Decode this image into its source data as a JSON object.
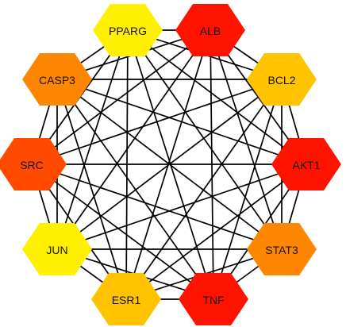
{
  "diagram": {
    "type": "protein-interaction-network",
    "colors": {
      "edge": "#000000",
      "red": "#ff1200",
      "orange_red": "#ff4a00",
      "orange": "#ff8600",
      "amber": "#ffc300",
      "yellow": "#ffef00"
    },
    "nodes": [
      {
        "id": "ALB",
        "label": "ALB",
        "color": "#ff1200"
      },
      {
        "id": "BCL2",
        "label": "BCL2",
        "color": "#ffc300"
      },
      {
        "id": "AKT1",
        "label": "AKT1",
        "color": "#ff1200"
      },
      {
        "id": "STAT3",
        "label": "STAT3",
        "color": "#ff8600"
      },
      {
        "id": "TNF",
        "label": "TNF",
        "color": "#ff1200"
      },
      {
        "id": "ESR1",
        "label": "ESR1",
        "color": "#ffc300"
      },
      {
        "id": "JUN",
        "label": "JUN",
        "color": "#ffef00"
      },
      {
        "id": "SRC",
        "label": "SRC",
        "color": "#ff4a00"
      },
      {
        "id": "CASP3",
        "label": "CASP3",
        "color": "#ff8600"
      },
      {
        "id": "PPARG",
        "label": "PPARG",
        "color": "#ffef00"
      }
    ],
    "edges": "complete"
  }
}
